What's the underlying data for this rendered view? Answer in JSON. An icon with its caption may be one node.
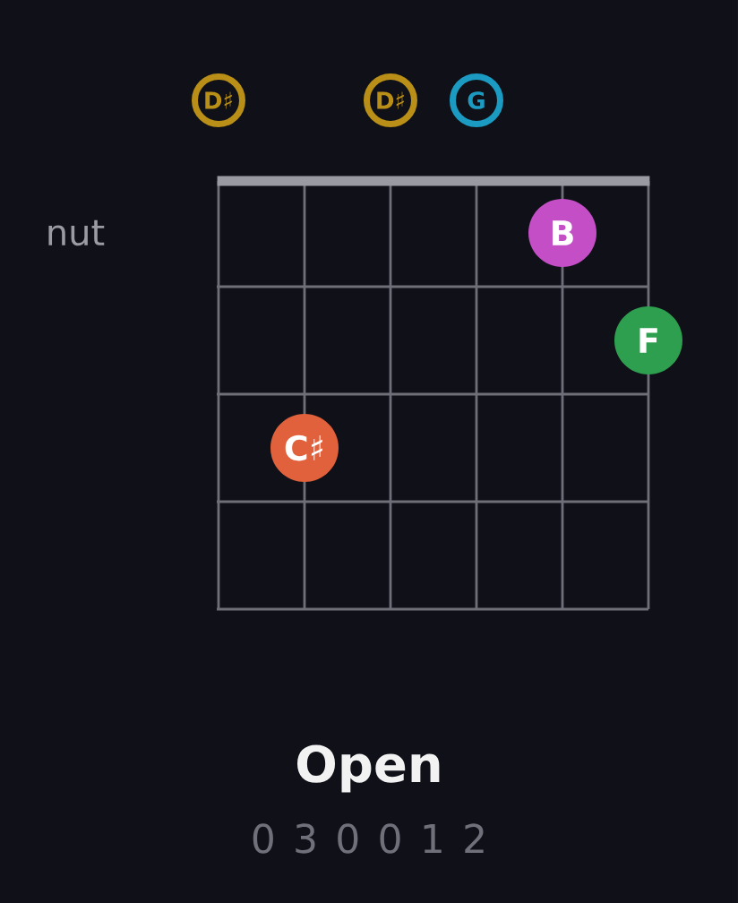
{
  "diagram": {
    "title": "Open",
    "nodes": [
      {
        "text": [
          "D♯"
        ]
      },
      {
        "text": [
          "D♯"
        ]
      },
      {
        "text": [
          "G"
        ]
      },
      {
        "text": [
          "B"
        ]
      },
      {
        "text": [
          "F"
        ]
      },
      {
        "text": [
          "C♯"
        ]
      }
    ],
    "labels": [
      "nut",
      "0 3 0 0 1 2"
    ]
  }
}
